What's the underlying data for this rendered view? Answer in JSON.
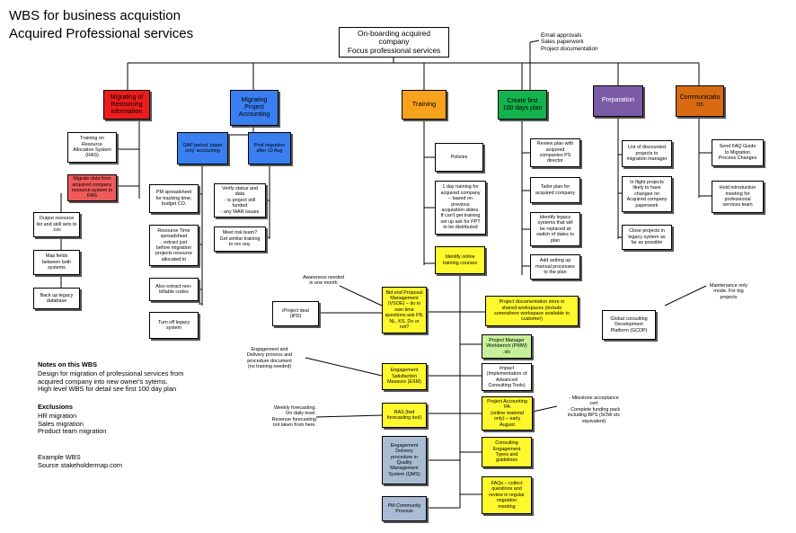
{
  "title_lines": [
    "WBS for business acquistion",
    "Acquired Professional services"
  ],
  "root": "On-boarding acquired\ncompany\nFocus professional services",
  "root_note": "Email approvals\nSales paperwork\nProject documentation",
  "categories": {
    "resourcing": "Migrating of\nResourcing\ninformation",
    "project_accounting": "Migrating\nProject\nAccounting",
    "training": "Training",
    "first100": "Create first\n100 days plan",
    "preparation": "Preparation",
    "communications": "Communicatio\nns"
  },
  "resourcing": {
    "ras_training": "Training on\nResource\nAllocation System\n(RAS)",
    "migrate_data": "Migrate data from\nacquired company\nresource system to\nRAS",
    "output_resource": "Output resource\nlist and skill sets to\n.csv",
    "map_fields": "Map fields\nbetween both\nsystems",
    "backup_db": "Back up legacy\ndatabase"
  },
  "project_accounting": {
    "gap_period": "GAP period 'paper\nonly' accounting",
    "post_migration": "Post migration\nafter 10 Aug",
    "pm_spreadsheet": "PM spreadsheet\nfor tracking time,\nbudget CO.",
    "resource_time": "Resource Time\nspreadsheet\n- extract just\nbefore migration\nprojects resource\nallocated to",
    "non_billable": "Also extract non-\nbillable codes",
    "turn_off": "Turn off legacy\nsystem",
    "verify_status": "Verify status and\ndata\n- is project still\nfunded\n- any WAR issues",
    "meet_risk": "Meet risk team?\nGet similar training\nto rev req."
  },
  "training": {
    "policies": "Policies",
    "one_day": "1 day training for\nacquired company\n– based on\nprevious\nacquisition slides.\nIf can't get training\nset up ask for PPT\nto be distributed",
    "identify_online": "Identify online\ntraining courses",
    "bid_end": "Bid end Proposal\nManagement\n(VSOE) – do in\nown time\nquestions ask FB,\nNL, KS. Do or not?",
    "awareness_note": "Awareness needed\nin one month",
    "iproject": "iProject deal\n(IPD)",
    "engagement_satisfaction": "Engagement\nSatisfaction\nMeasure (ESM)",
    "engagement_note": "Engagement and\nDelivery process and\nprocedure document\n(no training needed)",
    "ras_tool": "RAS (fwd\nforecasting tool)",
    "weekly_note": "Weekly forecasting.\nOn daily level.\nRevenue forecasting\nnot taken from here.",
    "edp_qms": "Engagement\nDelivery\nprocedure in\nQuality\nManagement\nSystem (QMS)",
    "pm_community": "PM Community\nProcess",
    "project_docs": "Project documentation store in\nshared workspaces (include\nsomewhere workspace available to\ncustomer)",
    "pmw": "Project Manager\nWorkbench (PMW)\n.xls",
    "impact": "Impact\n(Implementation of\nAdvanced\nConsulting Tools)",
    "project_accounting_pa": "Project Accounting\nPA\n(online material\nonly) – early\nAugust",
    "pa_note": "- Milestone acceptance\ncert\n- Complete funding pack\nincluding BPS (SOW etc\nequivalent)",
    "consulting_types": "Consulting\nEngagement\nTypes and\nguidelines",
    "faqs": "FAQs – collect\nquestions and\nreview in regular\nmigration\nmeeting"
  },
  "first100": {
    "review_plan": "Review plan with\nacquired\ncompanies PS\ndirector",
    "tailor_plan": "Tailor plan for\nacquired company",
    "identify_legacy": "Identify legacy\nsystems that will\nbe replaced at\nswitch of dates to\nplan",
    "add_manual": "Add setting up\nmanual processes\nto the plan"
  },
  "preparation": {
    "discounted": "List of discounted\nprojects to\nmigration manager",
    "in_flight": "In flight projects\nlikely to have\nchanges on\nAcquired company\npaperwork",
    "close_projects": "Close projects in\nlegacy system as\nfar as possible"
  },
  "communications": {
    "send_faq": "Send FAQ Guide\nto Migration\nProcess Changes",
    "hold_intro": "Hold introduction\nmeeting for\nprofessional\nservices team",
    "gcdp": "Global consulting\nDevelopment\nPlatform (GCDP)",
    "maintenance_note": "Maintenance only\nmode. For big\nprojects"
  },
  "notes_block": {
    "heading": "Notes on this WBS",
    "body": "Design for migration of professional services from\nacquired company into new owner's sytems.\nHigh level WBS for detail see first 100 day plan",
    "exclusions_heading": "Exclusions",
    "exclusions": "HR migration\nSales migration\nProduct team migration",
    "example": "Example WBS\nSource stakeholdermap.com"
  }
}
